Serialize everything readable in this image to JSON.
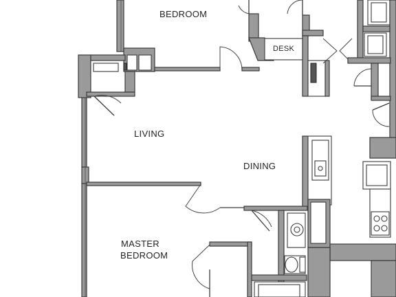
{
  "rooms": {
    "bedroom": "BEDROOM",
    "desk": "DESK",
    "living": "LIVING",
    "dining": "DINING",
    "master_line1": "MASTER",
    "master_line2": "BEDROOM"
  },
  "colors": {
    "wall": "#9a9a9a",
    "line": "#3a3a3a",
    "background": "#ffffff"
  }
}
